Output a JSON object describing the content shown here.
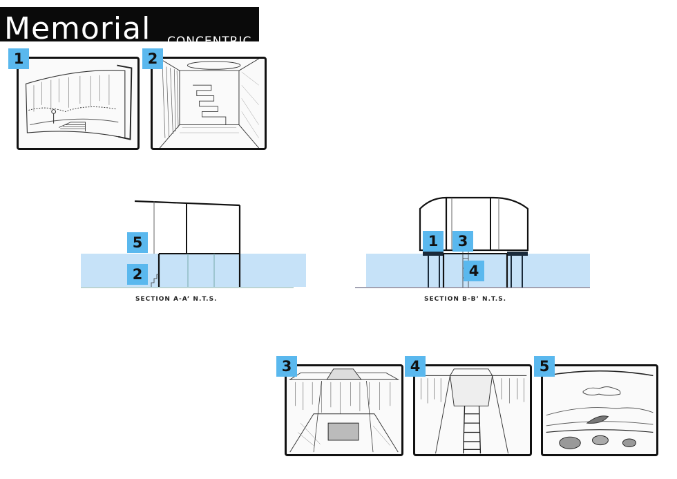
{
  "title": {
    "main": "Memorial",
    "sub": "CONCENTRIC"
  },
  "sketches": [
    {
      "number": "1"
    },
    {
      "number": "2"
    },
    {
      "number": "3"
    },
    {
      "number": "4"
    },
    {
      "number": "5"
    }
  ],
  "sections": [
    {
      "caption": "SECTION A-A’ N.T.S.",
      "markers": [
        "5",
        "2"
      ]
    },
    {
      "caption": "SECTION B-B’ N.T.S.",
      "markers": [
        "1",
        "3",
        "4"
      ]
    }
  ],
  "colors": {
    "badge": "#5ab8ee",
    "ground": "#c6e2f8",
    "title_bar": "#0a0a0a"
  }
}
